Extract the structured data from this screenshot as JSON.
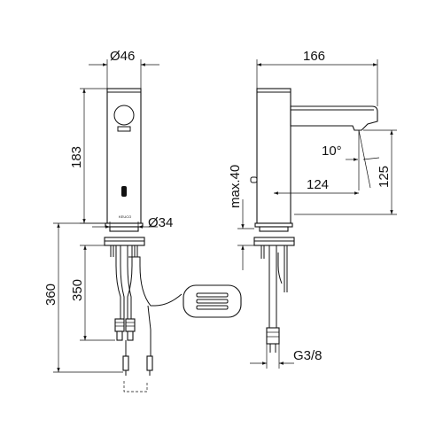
{
  "drawing": {
    "brand_mark": "KEUCO",
    "dimensions": {
      "front_width": "Ø46",
      "front_height": "183",
      "base_diameter": "Ø34",
      "total_height": "360",
      "hose_length": "350",
      "side_width": "166",
      "spout_angle": "10°",
      "max_counter": "max.40",
      "spout_reach": "124",
      "spout_height": "125",
      "thread": "G3/8"
    }
  }
}
